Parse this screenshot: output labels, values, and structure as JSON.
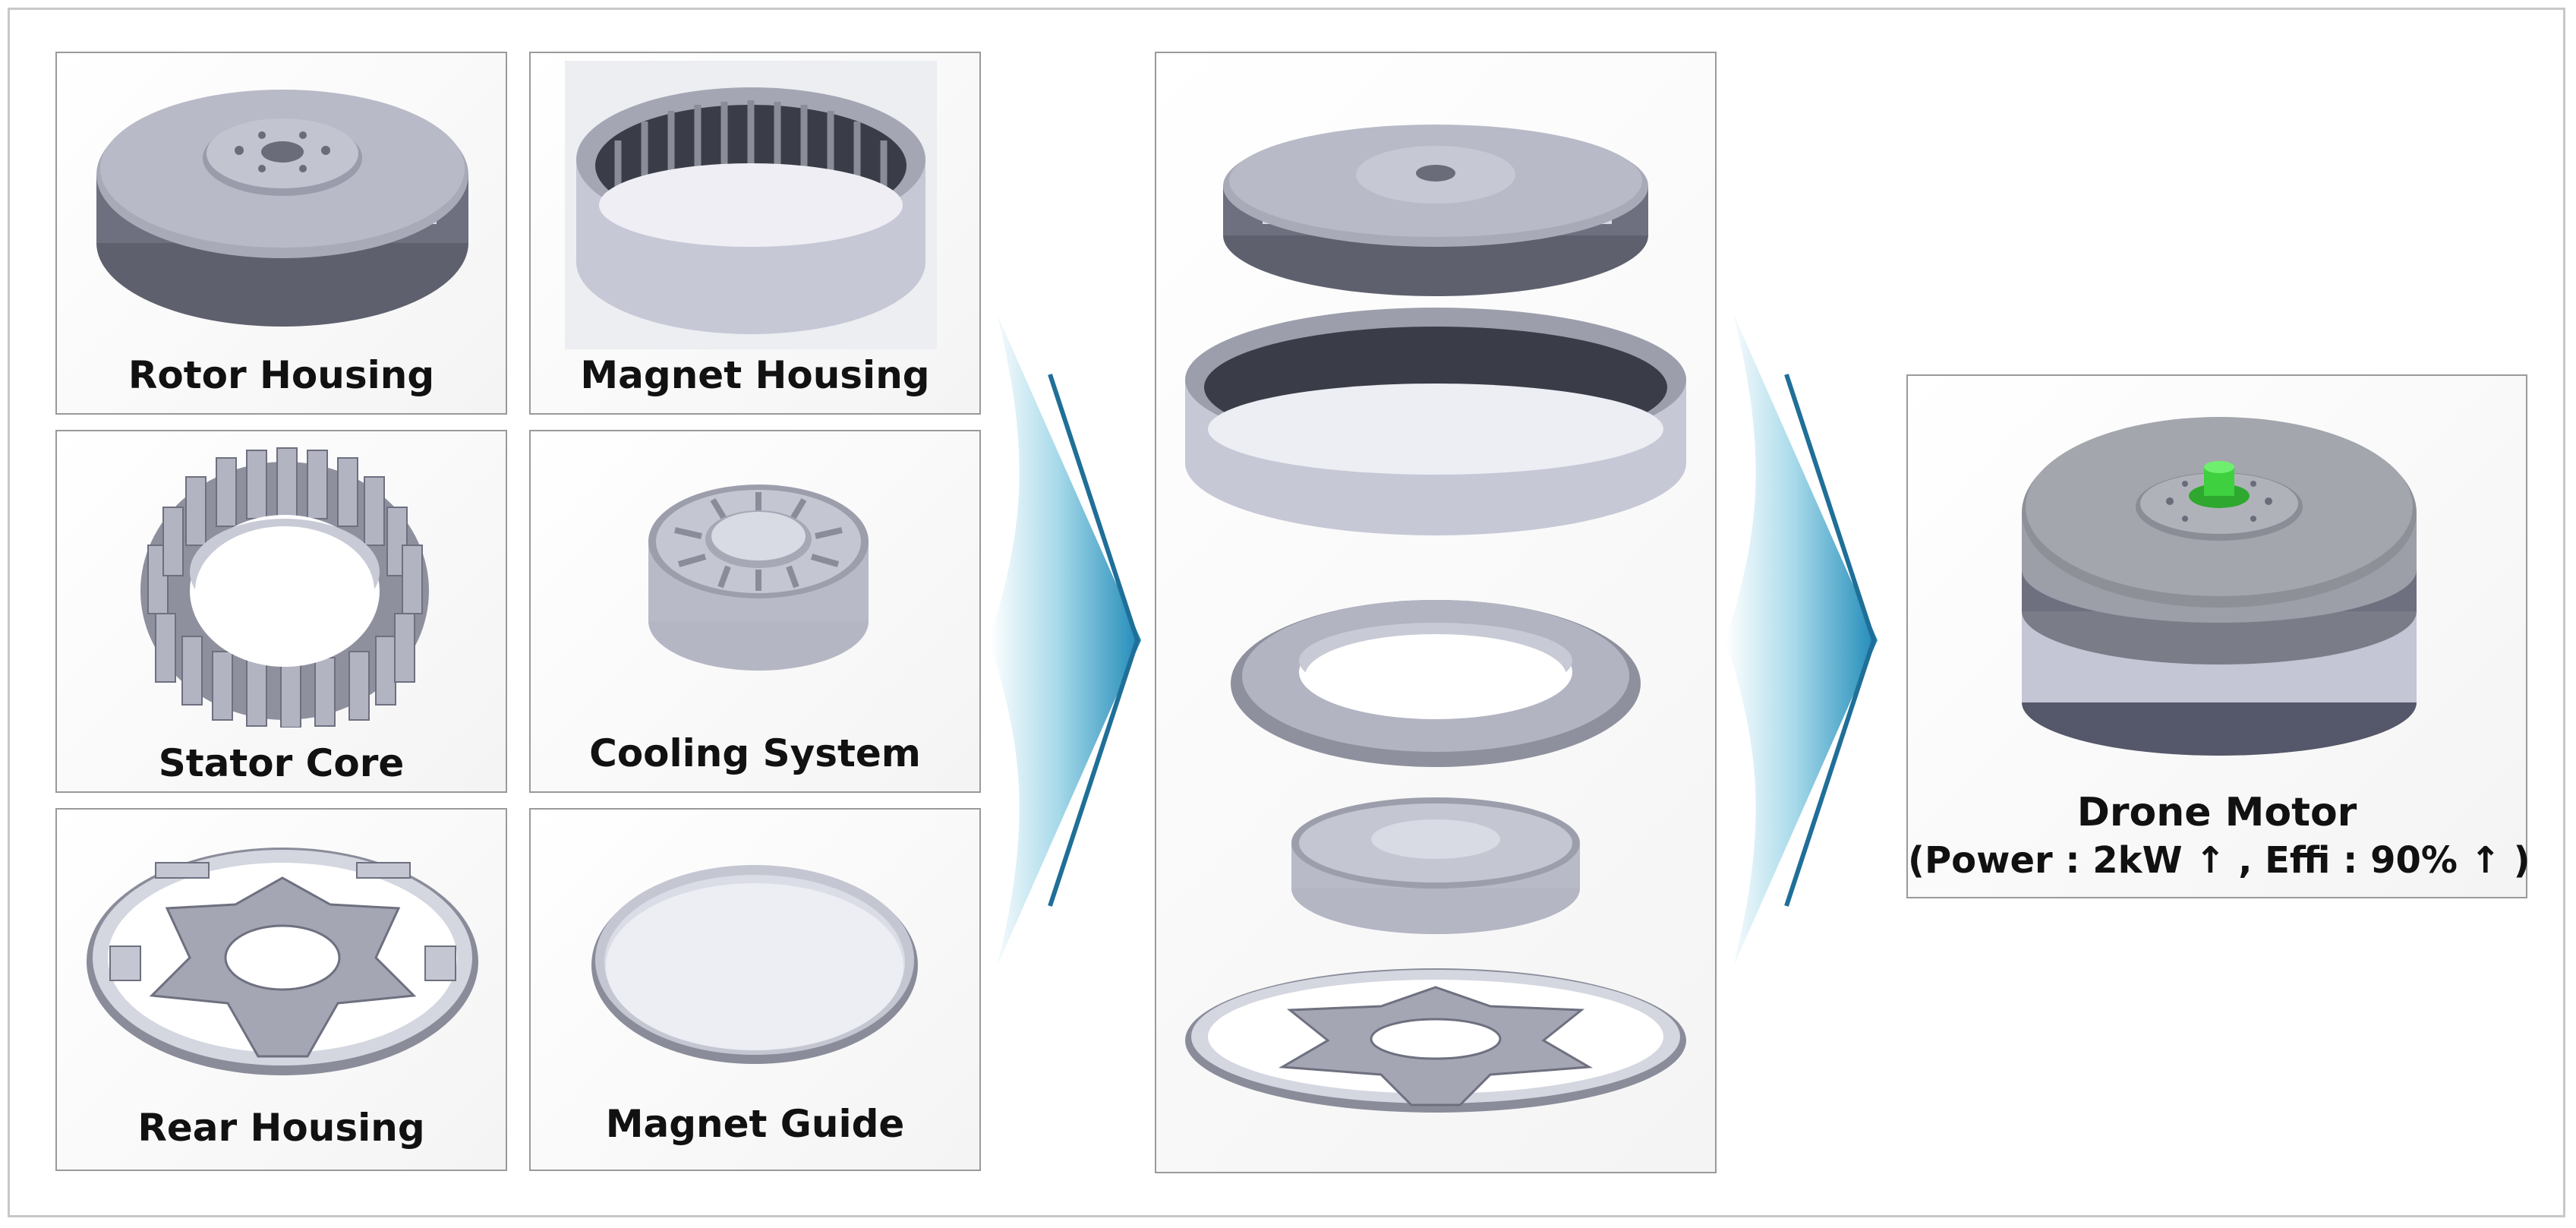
{
  "components": [
    {
      "name": "Rotor Housing"
    },
    {
      "name": "Magnet Housing"
    },
    {
      "name": "Stator Core"
    },
    {
      "name": "Cooling System"
    },
    {
      "name": "Rear Housing"
    },
    {
      "name": "Magnet Guide"
    }
  ],
  "result": {
    "title": "Drone Motor",
    "spec": "(Power : 2kW ↑ , Effi : 90% ↑ )"
  },
  "colors": {
    "part_gray": "#b4b6c4",
    "part_dark": "#6e7080",
    "arrow_blue": "#2b93c0",
    "shaft_green": "#3fd03f",
    "magnet_pink": "#e060b0"
  }
}
